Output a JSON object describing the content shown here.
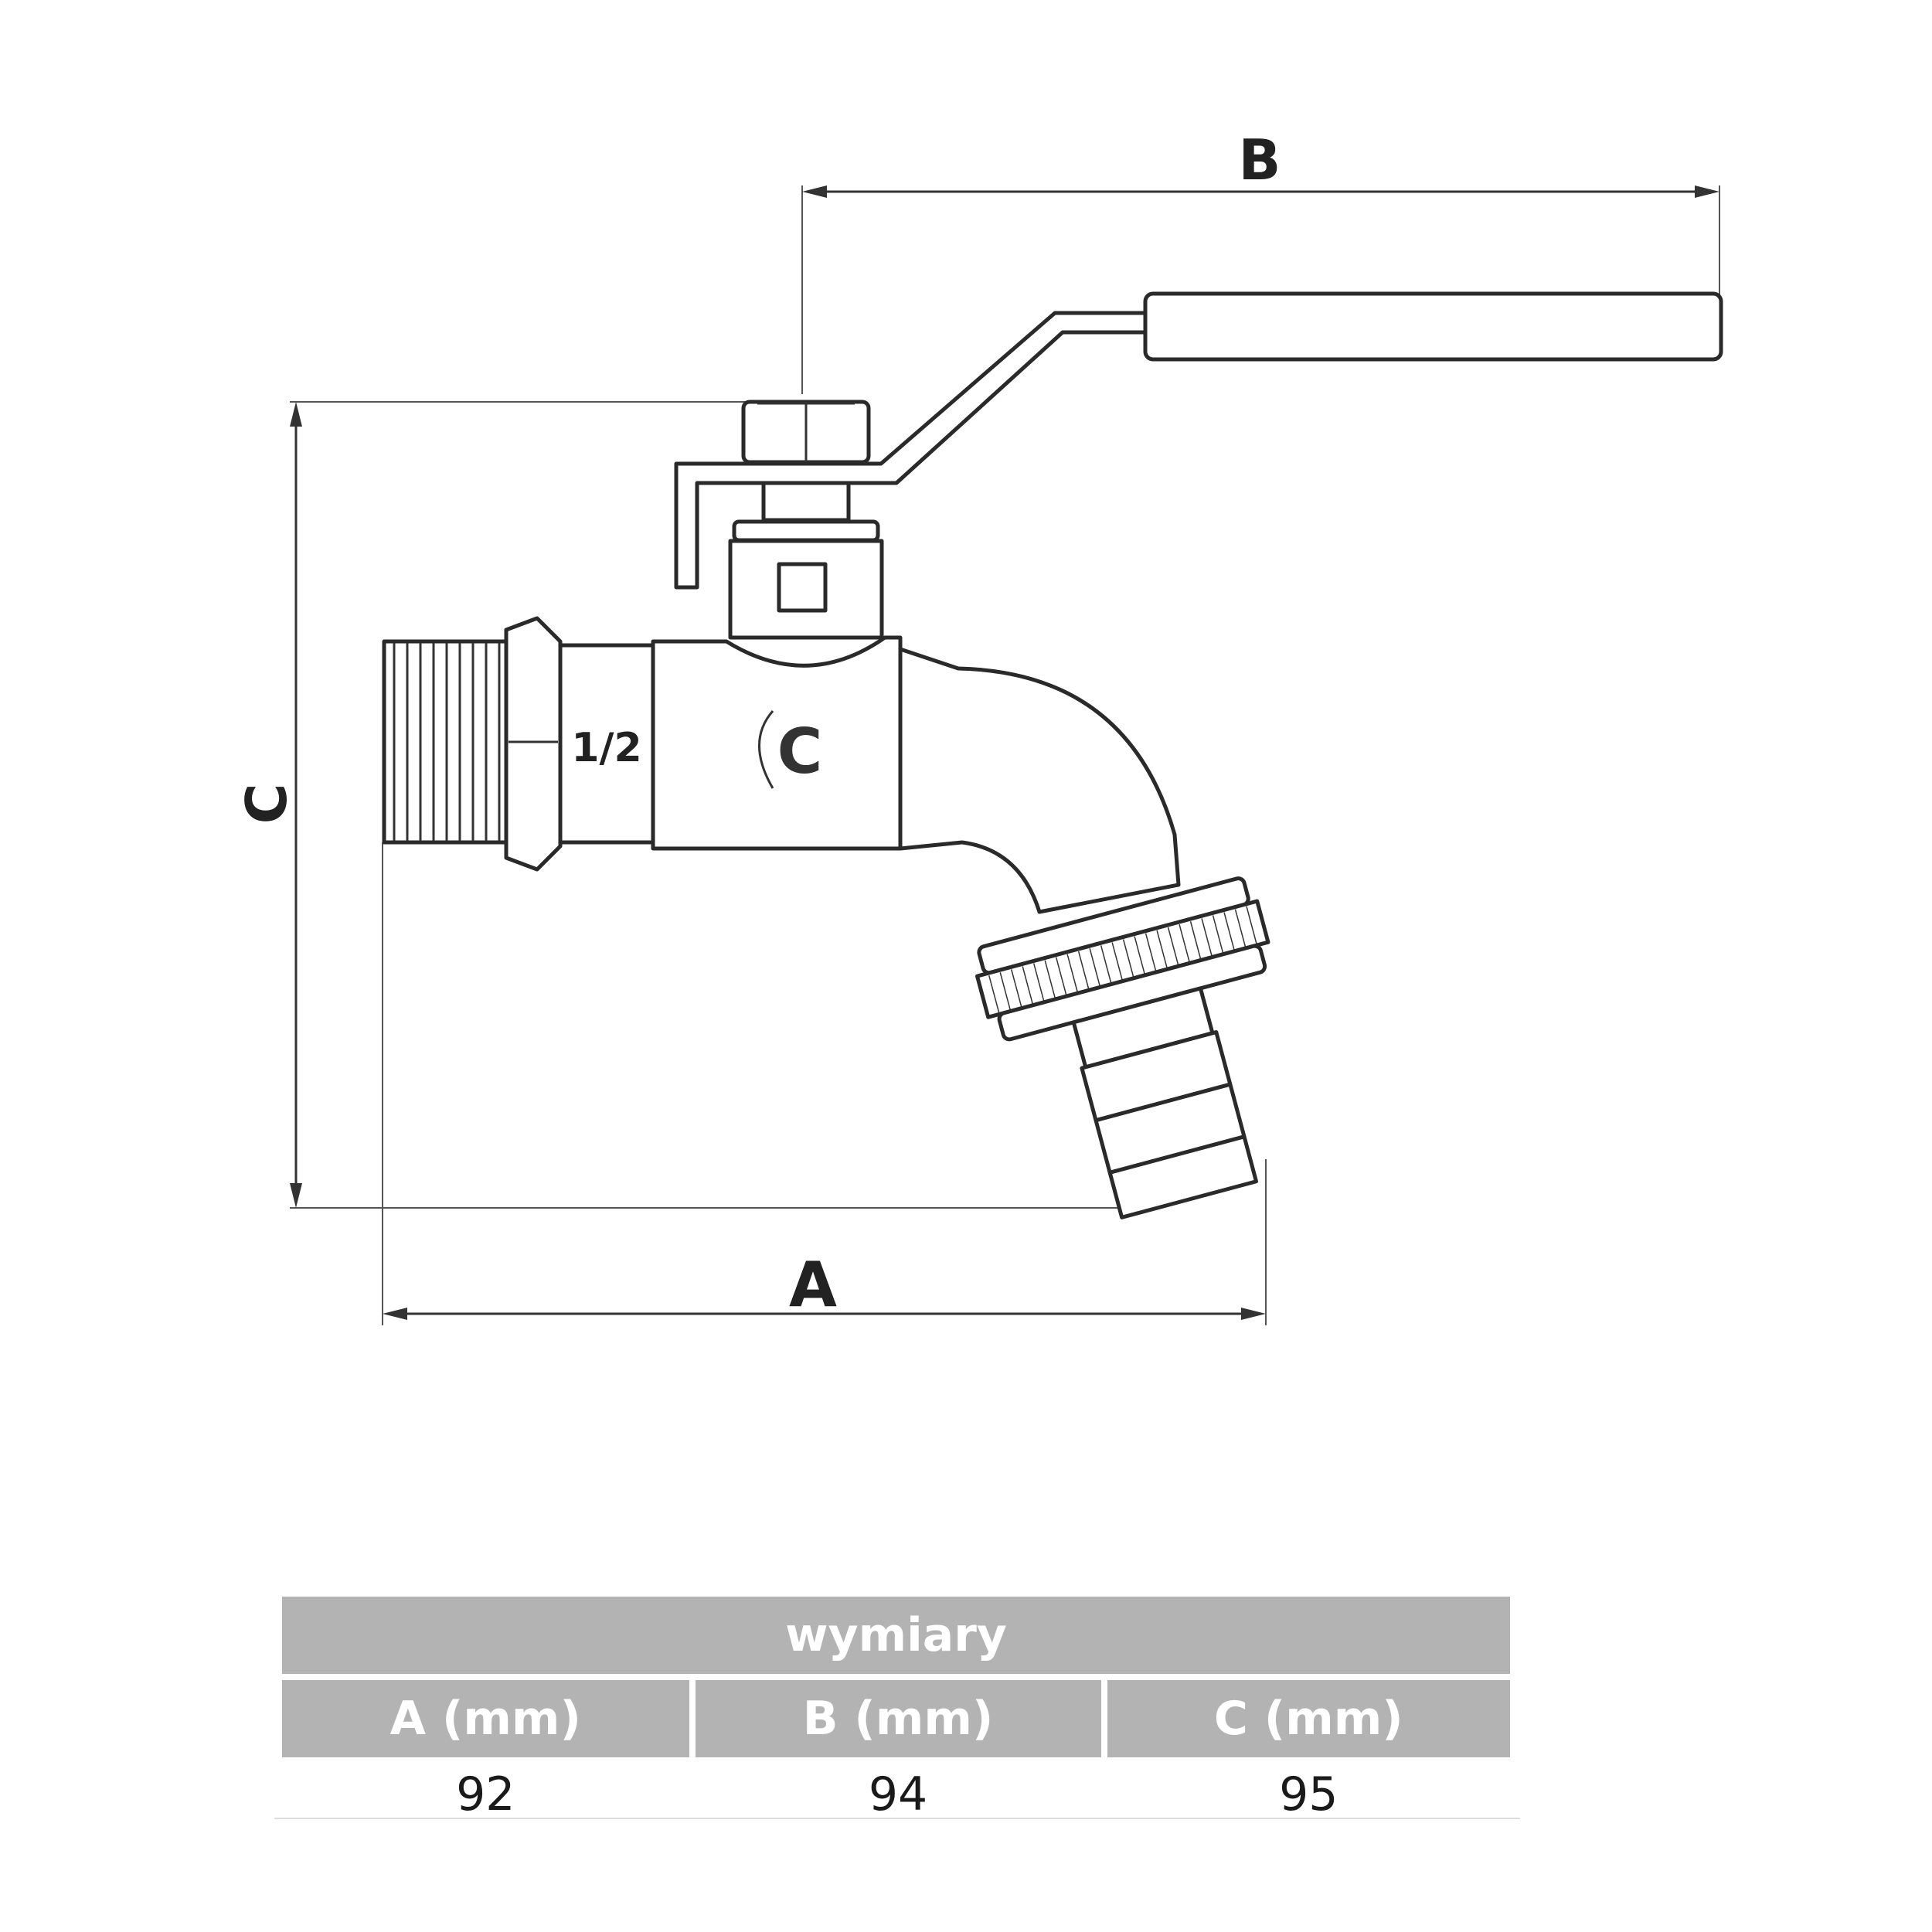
{
  "diagram": {
    "dimension_labels": {
      "a": "A",
      "b": "B",
      "c": "C"
    },
    "size_marking": "1/2",
    "logo_letter": "C"
  },
  "table": {
    "title": "wymiary",
    "headers": [
      "A (mm)",
      "B (mm)",
      "C (mm)"
    ],
    "values": [
      "92",
      "94",
      "95"
    ]
  }
}
